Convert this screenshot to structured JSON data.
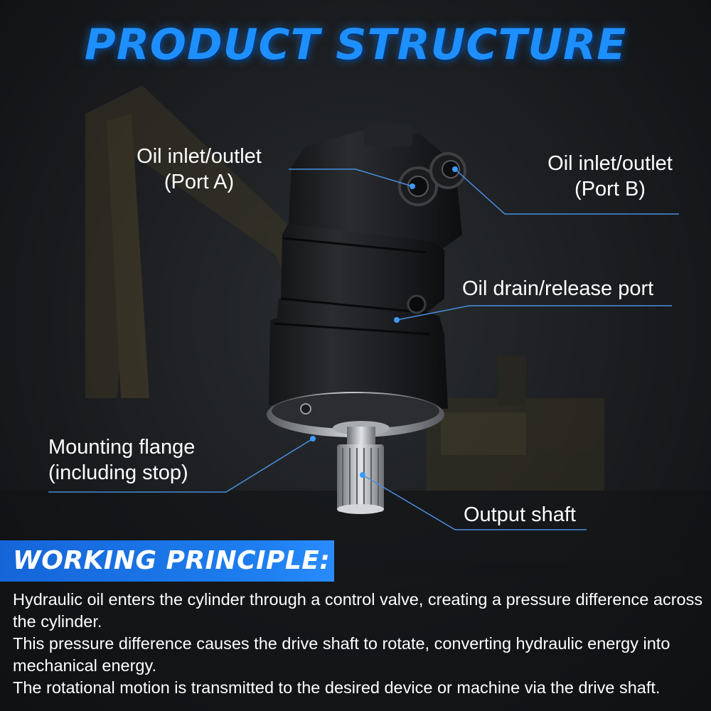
{
  "title": "PRODUCT STRUCTURE",
  "callouts": {
    "port_a": [
      "Oil inlet/outlet",
      "(Port A)"
    ],
    "port_b": [
      "Oil inlet/outlet",
      "(Port B)"
    ],
    "drain": "Oil drain/release port",
    "flange": [
      "Mounting flange",
      "(including stop)"
    ],
    "shaft": "Output shaft"
  },
  "principle": {
    "heading": "WORKING PRINCIPLE:",
    "paragraphs": [
      "Hydraulic oil enters the cylinder through a control valve, creating a pressure difference across the cylinder.",
      "This pressure difference causes the drive shaft to rotate, converting hydraulic energy into mechanical energy.",
      "The rotational motion is transmitted to the desired device or machine via the drive shaft."
    ]
  },
  "colors": {
    "accent_blue": "#1e8fff",
    "leader_line": "#4a8fe0",
    "text": "#ffffff",
    "background": "#16181b"
  }
}
